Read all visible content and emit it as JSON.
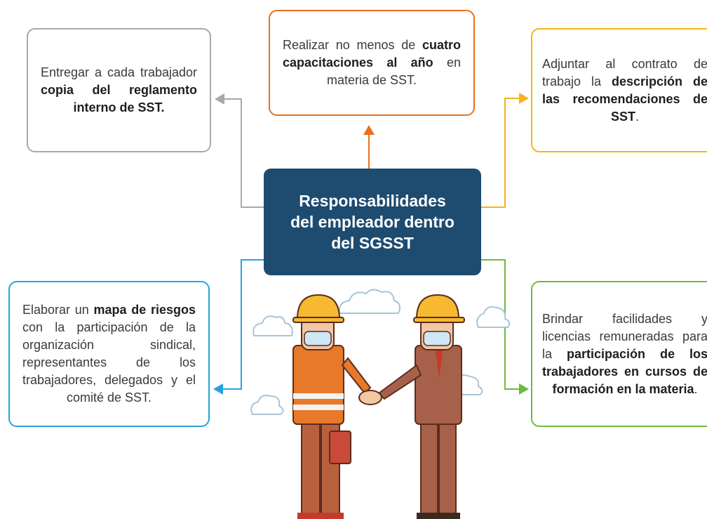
{
  "center": {
    "line1": "Responsabilidades",
    "line2": "del empleador dentro",
    "line3": "del SGSST"
  },
  "boxes": {
    "gray": {
      "pre": "Entregar a cada trabajador ",
      "bold": "copia del reglamento interno de SST.",
      "post": ""
    },
    "orange": {
      "pre": "Realizar no menos de ",
      "bold": "cuatro capacitaciones al año",
      "post": " en materia de SST."
    },
    "yellow": {
      "pre": "Adjuntar al contrato de trabajo la ",
      "bold": "descripción de las recomendaciones de SST",
      "post": "."
    },
    "blue": {
      "pre": "Elaborar un ",
      "bold": "mapa de riesgos",
      "post": " con la participación de la organización sindical, representantes de los trabajadores, delegados y el comité de SST."
    },
    "green": {
      "pre": "Brindar facilidades y licencias remuneradas para la ",
      "bold": "participación de los trabajadores en cursos de formación en la materia",
      "post": "."
    }
  },
  "colors": {
    "gray": "#a7a9ac",
    "orange": "#e8701f",
    "yellow": "#f4b41a",
    "blue": "#27a3dc",
    "green": "#6dba3f",
    "center": "#1e4b70"
  },
  "illustration": {
    "icon": "two-workers-handshake-illustration"
  }
}
